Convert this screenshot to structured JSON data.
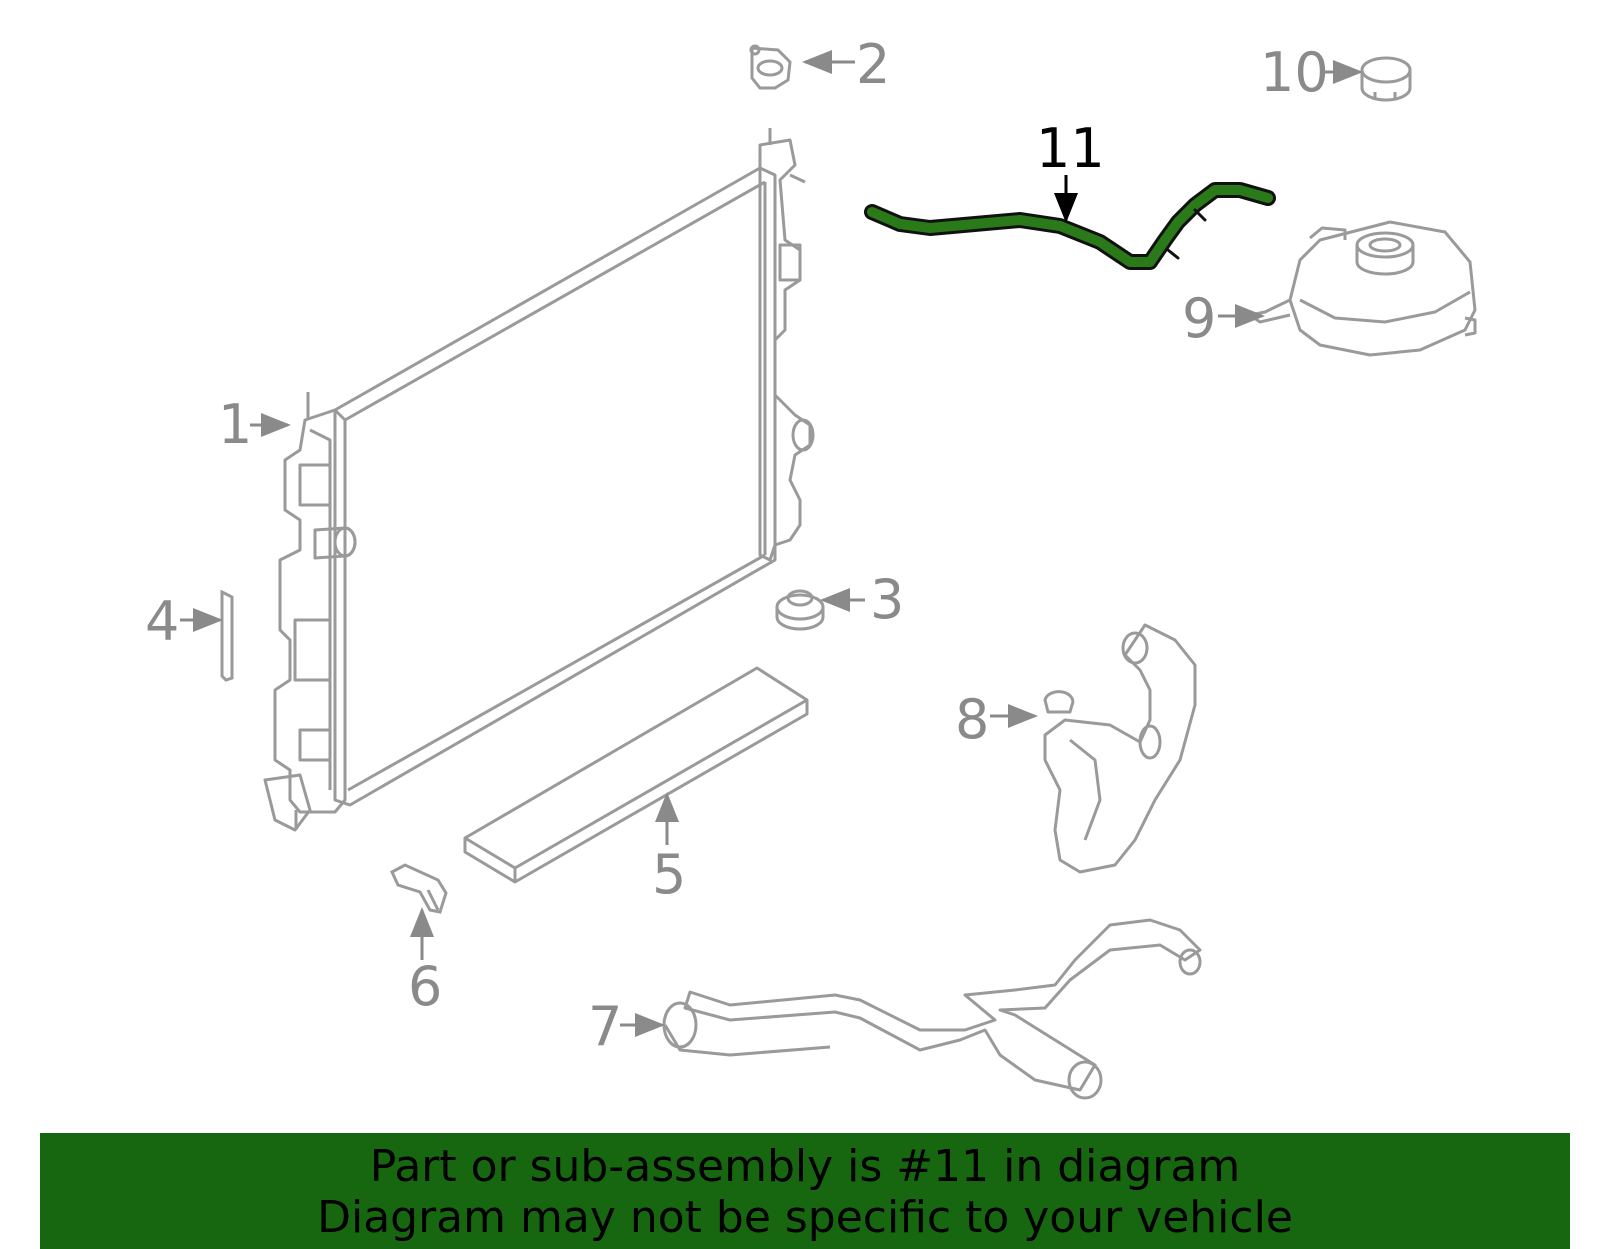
{
  "diagram": {
    "callouts": [
      {
        "id": "1",
        "label": "1"
      },
      {
        "id": "2",
        "label": "2"
      },
      {
        "id": "3",
        "label": "3"
      },
      {
        "id": "4",
        "label": "4"
      },
      {
        "id": "5",
        "label": "5"
      },
      {
        "id": "6",
        "label": "6"
      },
      {
        "id": "7",
        "label": "7"
      },
      {
        "id": "8",
        "label": "8"
      },
      {
        "id": "9",
        "label": "9"
      },
      {
        "id": "10",
        "label": "10"
      },
      {
        "id": "11",
        "label": "11"
      }
    ],
    "highlighted_part": "11",
    "line_color": "#9a9a9a",
    "highlight_color": "#1f6b12"
  },
  "banner": {
    "line1": "Part or sub-assembly is #11 in diagram",
    "line2": "Diagram may not be specific to your vehicle",
    "background": "#176710"
  }
}
